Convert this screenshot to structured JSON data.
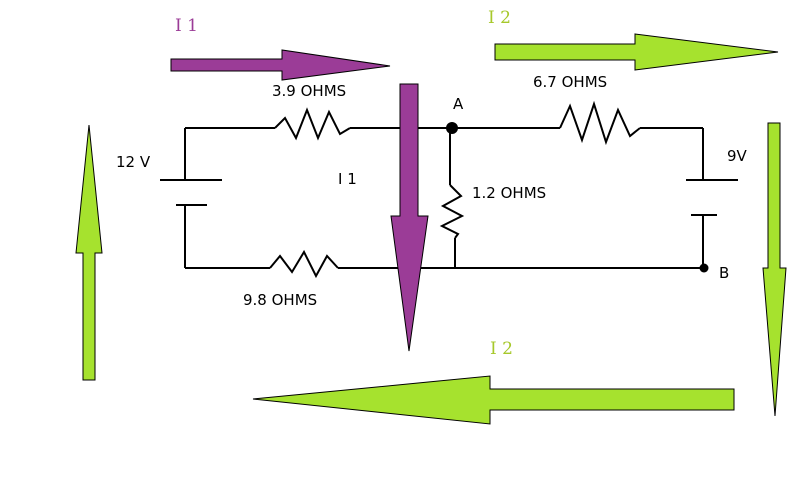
{
  "colors": {
    "i1_arrow": "#9b3c97",
    "i2_arrow": "#a6e22e",
    "i1_text": "#9b3c97",
    "i2_text": "#a6c82a",
    "wire": "#000000"
  },
  "labels": {
    "i1_top": "I 1",
    "i2_top": "I 2",
    "i1_mid": "I 1",
    "i2_bottom": "I 2",
    "r1": "3.9 OHMS",
    "r2": "6.7 OHMS",
    "r3": "1.2 OHMS",
    "r4": "9.8 OHMS",
    "v1": "12 V",
    "v2": "9V",
    "node_a": "A",
    "node_b": "B"
  }
}
